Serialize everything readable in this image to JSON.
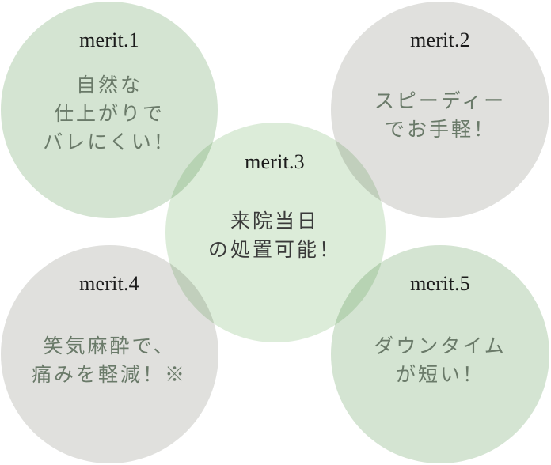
{
  "merits": [
    {
      "title": "merit.1",
      "lines": [
        "自然な",
        "仕上がりで",
        "バレにくい！"
      ]
    },
    {
      "title": "merit.2",
      "lines": [
        "スピーディー",
        "でお手軽！"
      ]
    },
    {
      "title": "merit.3",
      "lines": [
        "来院当日",
        "の処置可能！"
      ]
    },
    {
      "title": "merit.4",
      "lines": [
        "笑気麻酔で、",
        "痛みを軽減！※"
      ]
    },
    {
      "title": "merit.5",
      "lines": [
        "ダウンタイム",
        "が短い！"
      ]
    }
  ],
  "colors": {
    "green_circle": "#d4e4d2",
    "grey_circle": "#e0e0dd",
    "mint_circle": "#dcecd9",
    "title_text": "#1b1b1b",
    "body_text": "#6a7a69",
    "center_body_text": "#3a3a3a"
  }
}
